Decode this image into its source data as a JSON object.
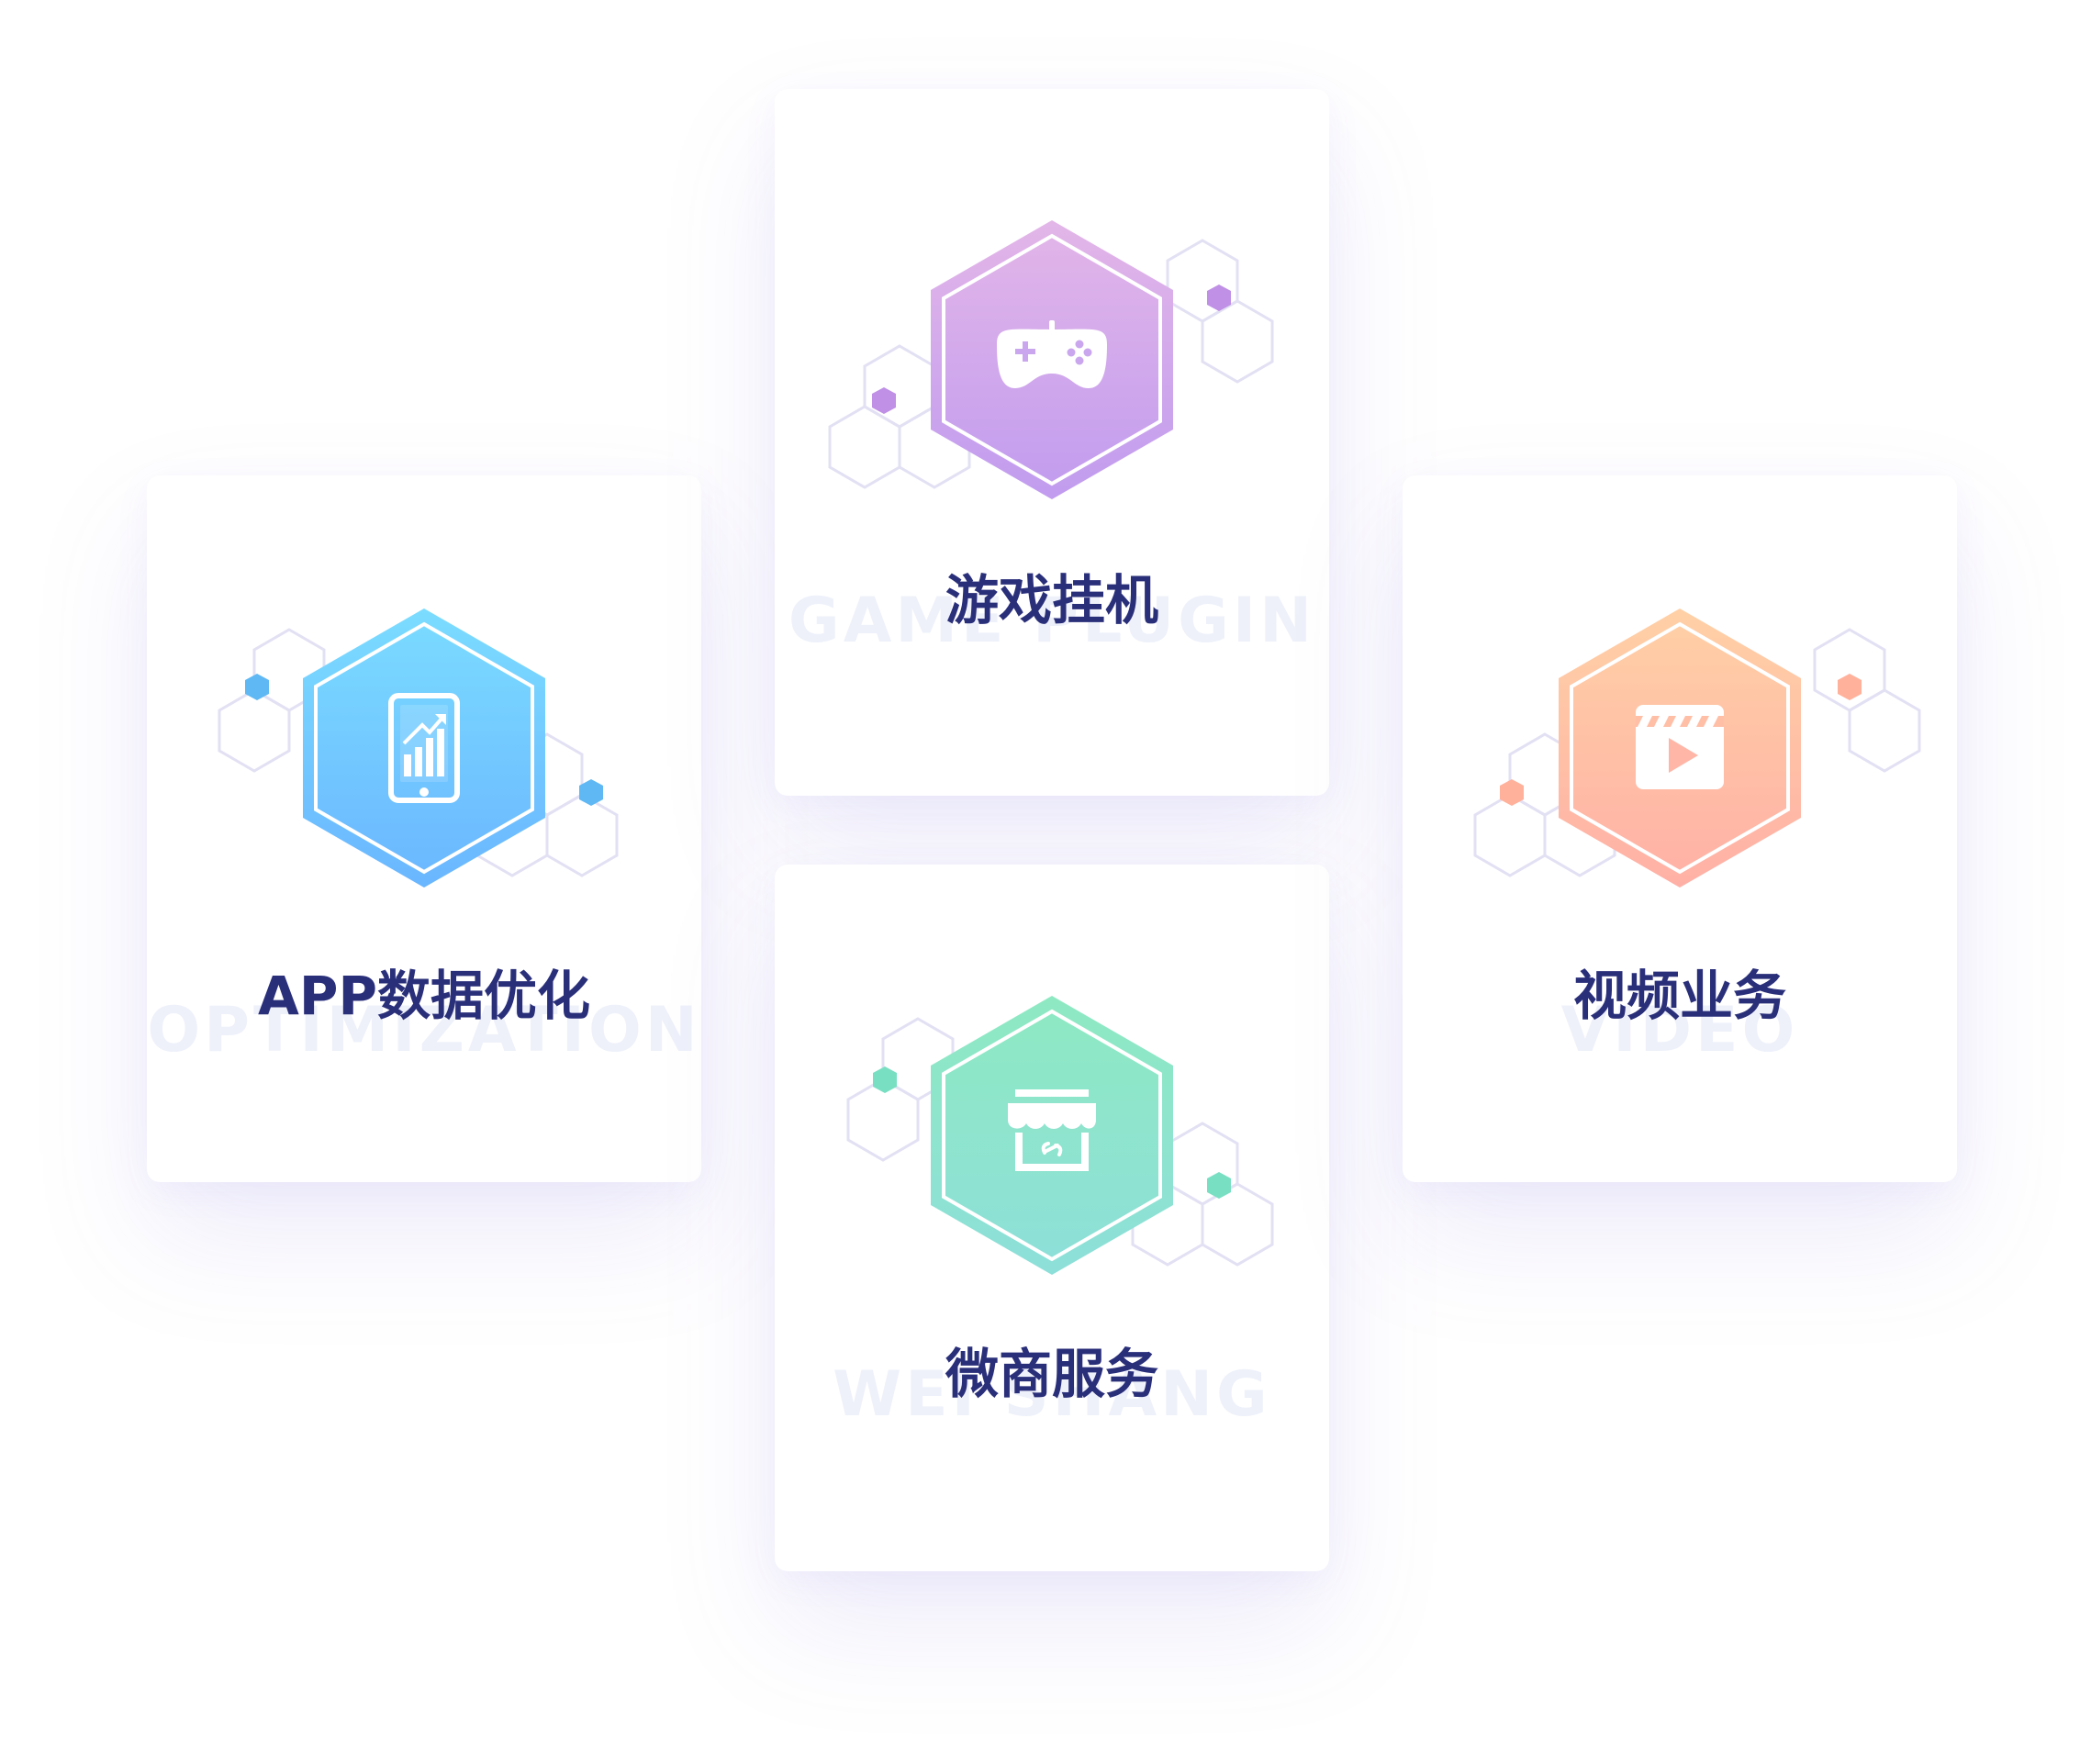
{
  "colors": {
    "title": "#2a2f7a",
    "background_text": "#eef1fa",
    "hex_outline": "#e2e0f3"
  },
  "cards": {
    "app": {
      "title": "APP数据优化",
      "background_text": "OPTIMIZATION",
      "icon": "phone-chart-icon",
      "gradient": [
        "#7bdcff",
        "#6ab6ff"
      ],
      "accent": "#5fb8f4"
    },
    "game": {
      "title": "游戏挂机",
      "background_text": "GAME PLUGIN",
      "icon": "gamepad-icon",
      "gradient": [
        "#e3b6e8",
        "#c19cef"
      ],
      "accent": "#bf90e6"
    },
    "wei": {
      "title": "微商服务",
      "background_text": "WEI SHANG",
      "icon": "storefront-icon",
      "gradient": [
        "#8ee9c2",
        "#8ddfd9"
      ],
      "accent": "#79dfc2"
    },
    "video": {
      "title": "视频业务",
      "background_text": "VIDEO",
      "icon": "video-clapper-icon",
      "gradient": [
        "#ffd0a6",
        "#ffb0a6"
      ],
      "accent": "#ffb19b"
    }
  }
}
